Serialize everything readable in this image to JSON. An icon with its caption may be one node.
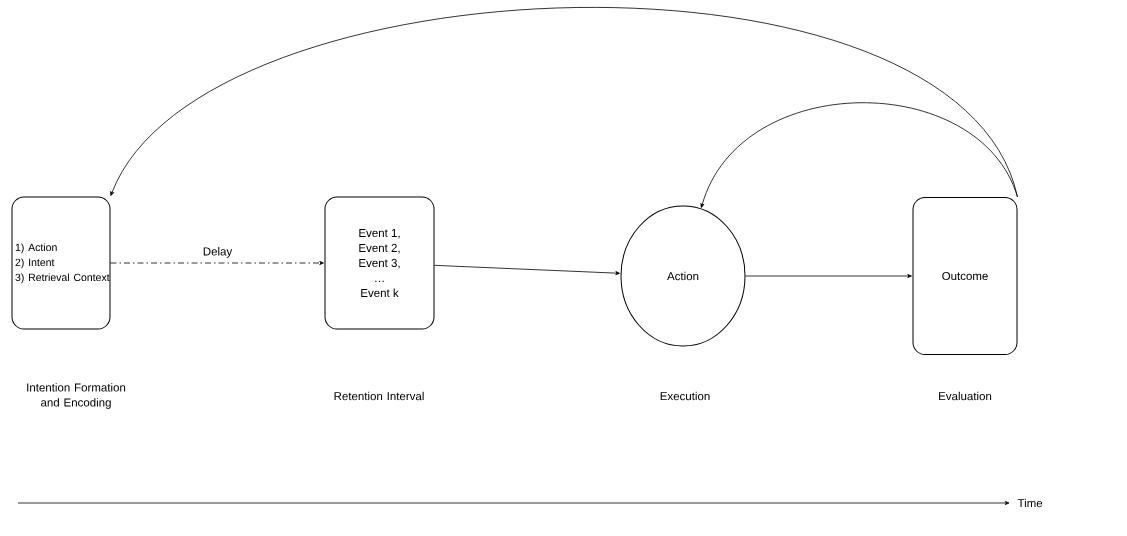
{
  "diagram": {
    "nodes": [
      {
        "text": [
          "1) Action",
          "2) Intent",
          "3) Retrieval Context"
        ]
      },
      {
        "text": [
          "Event 1,",
          "Event 2,",
          "Event 3,",
          "…",
          "Event k"
        ]
      },
      {
        "text": [
          "Action"
        ]
      },
      {
        "text": [
          "Outcome"
        ]
      }
    ],
    "edges": [
      {
        "from": 0,
        "to": 1,
        "arrow": "to",
        "label": "Delay",
        "style": "dashed"
      },
      {
        "from": 1,
        "to": 2,
        "arrow": "to"
      },
      {
        "from": 2,
        "to": 3,
        "arrow": "to"
      },
      {
        "from": 3,
        "to": 0,
        "arrow": "to"
      },
      {
        "from": 3,
        "to": 2,
        "arrow": "to"
      }
    ],
    "labels": [
      "Intention Formation and Encoding",
      "Retention Interval",
      "Execution",
      "Evaluation",
      "Time"
    ]
  }
}
